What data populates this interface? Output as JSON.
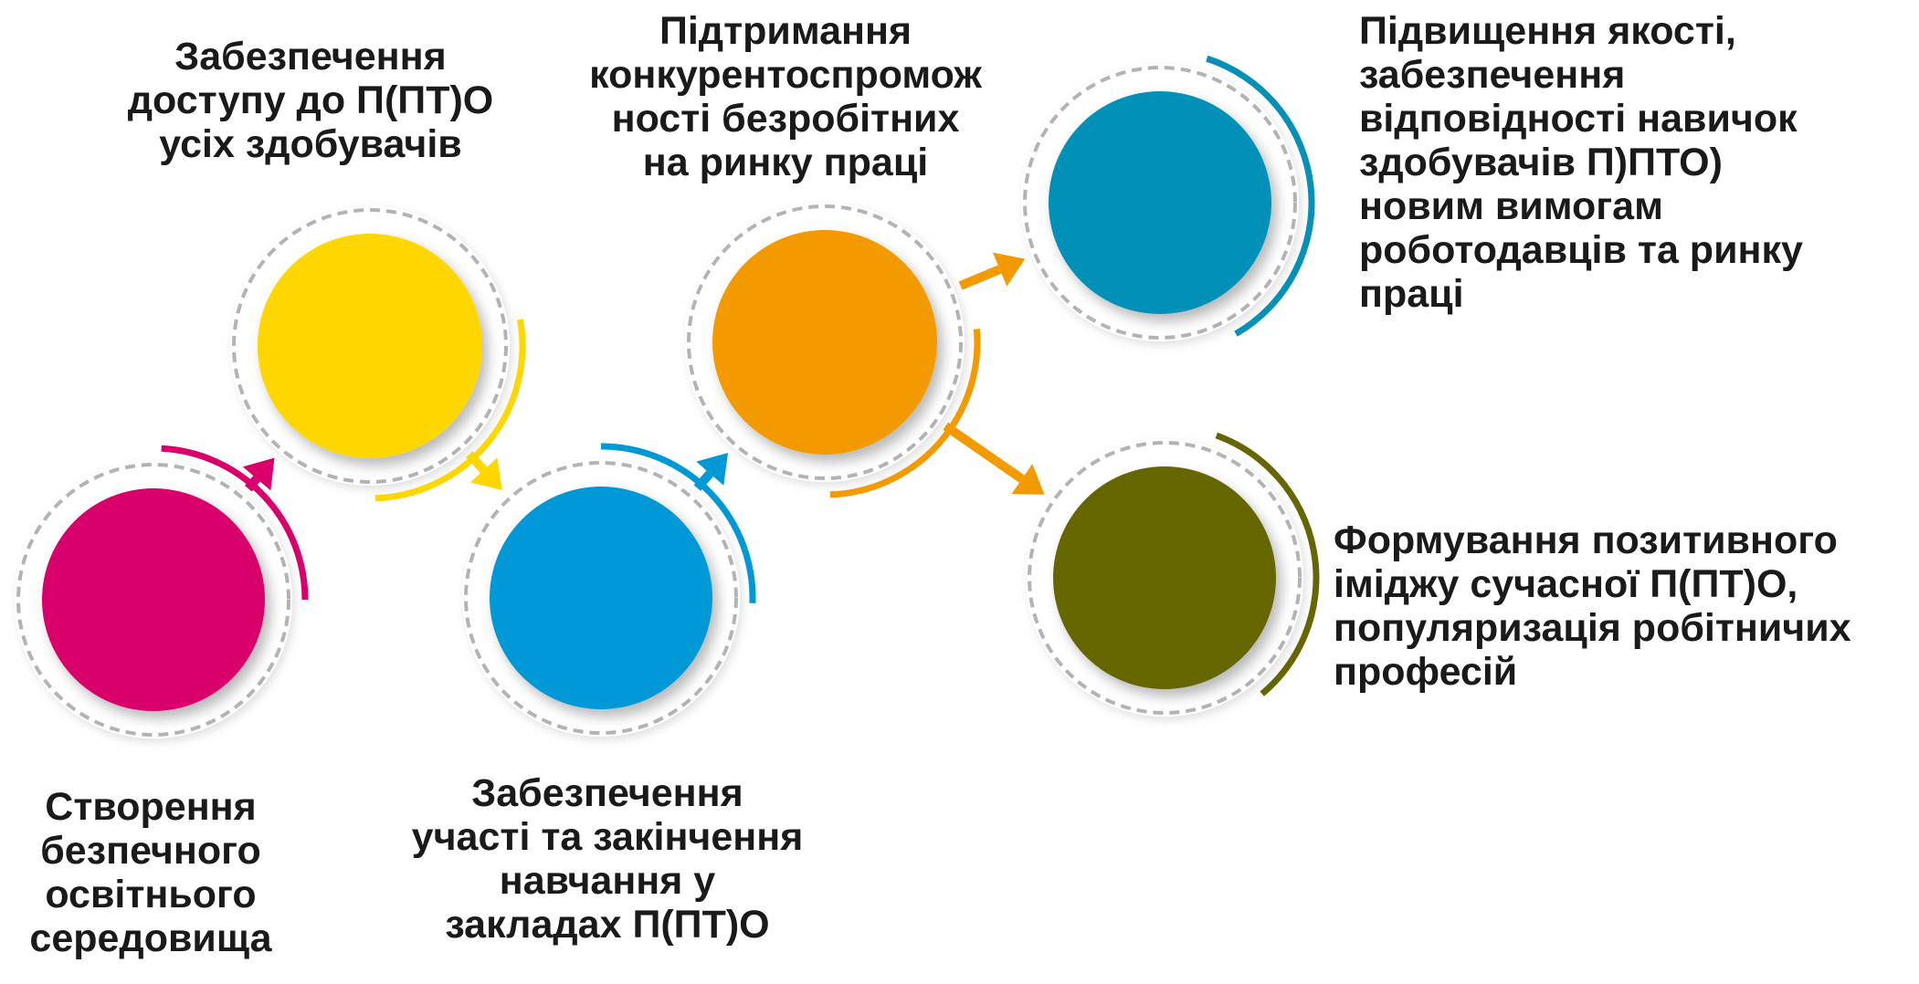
{
  "colors": {
    "magenta": "#D9006C",
    "yellow": "#FFD700",
    "light_blue": "#0098D6",
    "orange": "#F39A00",
    "teal": "#0590B8",
    "olive": "#666600",
    "dashed_ring": "#b3b3b3",
    "text": "#1a1a1a"
  },
  "nodes": [
    {
      "id": "safe-environment",
      "color": "magenta",
      "label_lines": [
        "Створення",
        "безпечного",
        "освітнього",
        "середовища"
      ]
    },
    {
      "id": "access",
      "color": "yellow",
      "label_lines": [
        "Забезпечення",
        "доступу до П(ПТ)О",
        "усіх здобувачів"
      ]
    },
    {
      "id": "participation",
      "color": "light_blue",
      "label_lines": [
        "Забезпечення",
        "участі та закінчення",
        "навчання у",
        "закладах П(ПТ)О"
      ]
    },
    {
      "id": "competitiveness",
      "color": "orange",
      "label_lines": [
        "Підтримання",
        "конкурентоспромож",
        "ності безробітних",
        "на ринку праці"
      ]
    },
    {
      "id": "quality",
      "color": "teal",
      "label_lines": [
        "Підвищення якості,",
        "забезпечення",
        "відповідності навичок",
        "здобувачів П)ПТО)",
        "новим вимогам",
        "роботодавців та ринку",
        "праці"
      ]
    },
    {
      "id": "image",
      "color": "olive",
      "label_lines": [
        "Формування позитивного",
        "іміджу сучасної П(ПТ)О,",
        "популяризація робітничих",
        "професій"
      ]
    }
  ],
  "arrows": [
    {
      "from": "safe-environment",
      "to": "access"
    },
    {
      "from": "access",
      "to": "participation"
    },
    {
      "from": "participation",
      "to": "competitiveness"
    },
    {
      "from": "competitiveness",
      "to": "quality"
    },
    {
      "from": "competitiveness",
      "to": "image"
    }
  ]
}
